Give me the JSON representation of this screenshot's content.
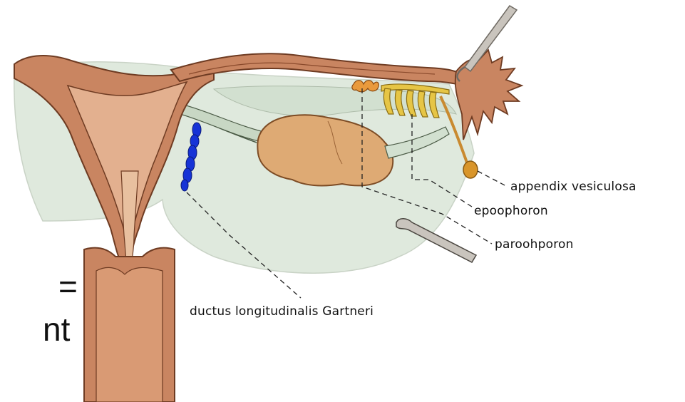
{
  "labels": {
    "appendix": "appendix vesiculosa",
    "epoophoron": "epoophoron",
    "paroophoron": "paroohporon",
    "gartner": "ductus longitudinalis Gartneri"
  },
  "slide_text": {
    "line1": "=",
    "line2": "nt"
  },
  "colors": {
    "uterus": "#c98561",
    "uterus_light": "#e3b08f",
    "uterus_outline": "#6e3b22",
    "ligament": "#dfe9dd",
    "ovary": "#deaa74",
    "epoophoron": "#e6c545",
    "gartner_duct": "#1633d6",
    "instrument": "#c9c4bd"
  }
}
